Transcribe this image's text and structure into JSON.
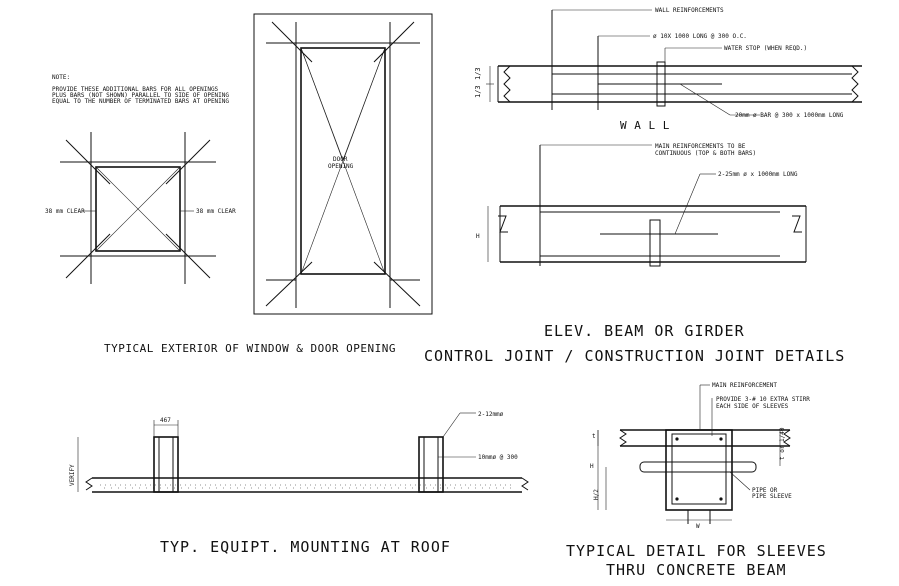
{
  "note": {
    "heading": "NOTE:",
    "line1": "PROVIDE THESE ADDITIONAL BARS FOR ALL OPENINGS",
    "line2": "PLUS BARS (NOT SHOWN) PARALLEL TO SIDE OF OPENING",
    "line3": "EQUAL TO THE NUMBER OF TERMINATED BARS AT OPENING"
  },
  "window": {
    "left_clear": "38 mm CLEAR",
    "right_clear": "38 mm CLEAR"
  },
  "door": {
    "label_line1": "DOOR",
    "label_line2": "OPENING"
  },
  "window_door_title": "TYPICAL EXTERIOR OF WINDOW & DOOR OPENING",
  "wall": {
    "wall_reinforcements": "WALL REINFORCEMENTS",
    "bar_spec": "ø 10X 1000 LONG @ 300 O.C.",
    "water_stop": "WATER STOP (WHEN REQD.)",
    "dim_top": "1/3",
    "dim_bottom": "1/3",
    "bar_bottom": "20mm ø BAR @ 300 x 1000mm LONG",
    "title": "W A L L"
  },
  "beam": {
    "main_reinf_line1": "MAIN REINFORCEMENTS TO BE",
    "main_reinf_line2": "CONTINUOUS (TOP & BOTH BARS)",
    "bar_spec": "2-25mm ø x 1000mm LONG",
    "height_label": "H"
  },
  "beam_title_line1": "ELEV. BEAM OR GIRDER",
  "beam_title_line2": "CONTROL JOINT / CONSTRUCTION JOINT DETAILS",
  "roof": {
    "width_dim": "467",
    "bar_top": "2-12mmø",
    "bar_side": "10mmø @ 300",
    "verify": "VERIFY",
    "title": "TYP. EQUIPT. MOUNTING AT ROOF"
  },
  "sleeve": {
    "main_reinf": "MAIN REINFORCEMENT",
    "provide_line1": "PROVIDE 3-# 10 EXTRA STIRR",
    "provide_line2": "EACH SIDE OF SLEEVES",
    "t_label": "t",
    "t_ratio": "t or 1/40",
    "h_label": "H",
    "h2_label": "H/2",
    "pipe_line1": "PIPE OR",
    "pipe_line2": "PIPE SLEEVE",
    "w_label": "W",
    "title_line1": "TYPICAL DETAIL FOR SLEEVES",
    "title_line2": "THRU CONCRETE BEAM"
  }
}
